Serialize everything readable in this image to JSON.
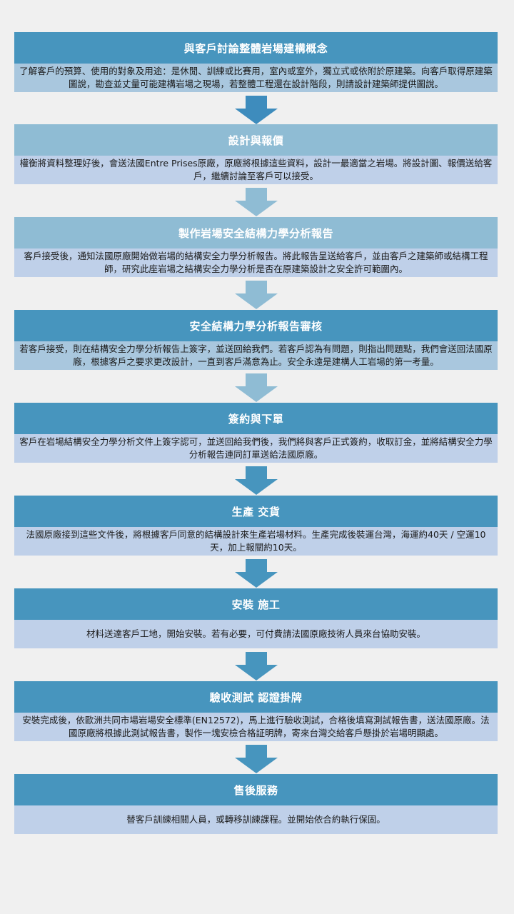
{
  "colors": {
    "head_dark": "#4795be",
    "head_light": "#8fbcd4",
    "body_dark": "#a9c7de",
    "body_light": "#bfd0e9",
    "arrow_dark": "#3e8cbd",
    "arrow_light": "#8fbcd4"
  },
  "steps": [
    {
      "title": "與客戶討論整體岩場建構概念",
      "desc": "了解客戶的預算、使用的對象及用途：是休閒、訓練或比賽用，室內或室外，獨立式或依附於原建築。向客戶取得原建築圖說，勘查並丈量可能建構岩場之現場，若整體工程還在設計階段，則請設計建築師提供圖說。"
    },
    {
      "title": "設計與報價",
      "desc": "權衡將資料整理好後，會送法國Entre Prises原廠，原廠將根據這些資料，設計一最適當之岩場。將設計圖、報價送給客戶，繼續討論至客戶可以接受。"
    },
    {
      "title": "製作岩場安全結構力學分析報告",
      "desc": "客戶接受後，通知法國原廠開始做岩場的結構安全力學分析報告。將此報告呈送給客戶，並由客戶之建築師或結構工程師，研究此座岩場之結構安全力學分析是否在原建築設計之安全許可範圍內。"
    },
    {
      "title": "安全結構力學分析報告審核",
      "desc": "若客戶接受，則在結構安全力學分析報告上簽字，並送回給我們。若客戶認為有問題，則指出問題點，我們會送回法國原廠，根據客戶之要求更改設計，一直到客戶滿意為止。安全永遠是建構人工岩場的第一考量。"
    },
    {
      "title": "簽約與下單",
      "desc": "客戶在岩場結構安全力學分析文件上簽字認可，並送回給我們後，我們將與客戶正式簽約，收取訂金，並將結構安全力學分析報告連同訂單送給法國原廠。"
    },
    {
      "title": "生產 交貨",
      "desc": "法國原廠接到這些文件後，將根據客戶同意的結構設計來生產岩場材料。生產完成後裝運台灣，海運約40天 / 空運10天，加上報關約10天。"
    },
    {
      "title": "安裝 施工",
      "desc": "材料送達客戶工地，開始安裝。若有必要，可付費請法國原廠技術人員來台協助安裝。"
    },
    {
      "title": "驗收測試 認證掛牌",
      "desc": "安裝完成後，依歐洲共同市場岩場安全標準(EN12572)，馬上進行驗收測試，合格後填寫測試報告書，送法國原廠。法國原廠將根據此測試報告書，製作一塊安檢合格証明牌，寄來台灣交給客戶懸掛於岩場明顯處。"
    },
    {
      "title": "售後服務",
      "desc": "替客戶訓練相關人員，或轉移訓練課程。並開始依合約執行保固。"
    }
  ]
}
